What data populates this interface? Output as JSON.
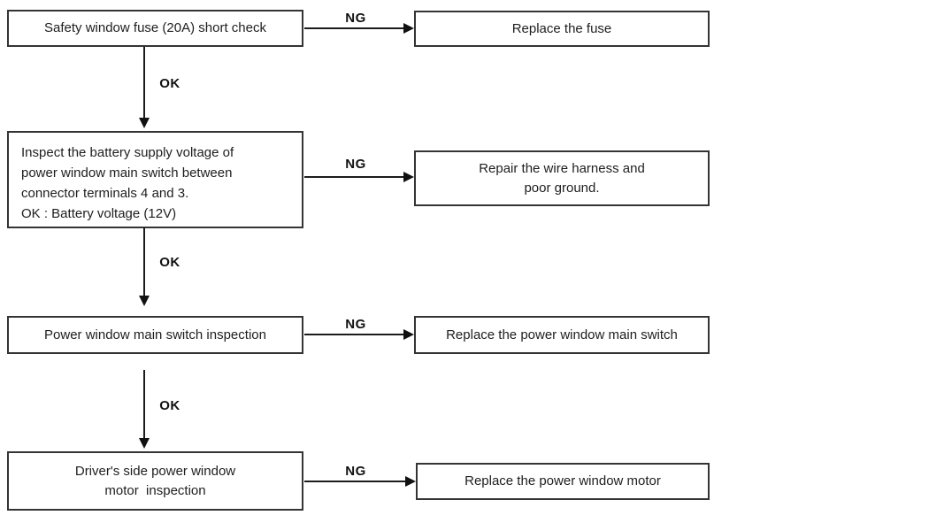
{
  "page": {
    "type": "troubleshooting-flowchart",
    "background_color": "#ffffff",
    "box_border_color": "#343434",
    "line_color": "#1c1c1c",
    "text_color": "#1e1e1e"
  },
  "labels": {
    "ng": "NG",
    "ok": "OK"
  },
  "flowchart": {
    "steps": [
      {
        "check": "Safety window fuse (20A) short check",
        "ng_action": "Replace the fuse"
      },
      {
        "check": "Inspect the battery supply voltage of\npower window main switch between\nconnector terminals 4 and 3.\nOK : Battery voltage (12V)",
        "ng_action": "Repair the wire harness and\npoor ground."
      },
      {
        "check": "Power window main switch inspection",
        "ng_action": "Replace the power window main switch"
      },
      {
        "check": "Driver's side power window\nmotor  inspection",
        "ng_action": "Replace the power window motor"
      }
    ]
  }
}
